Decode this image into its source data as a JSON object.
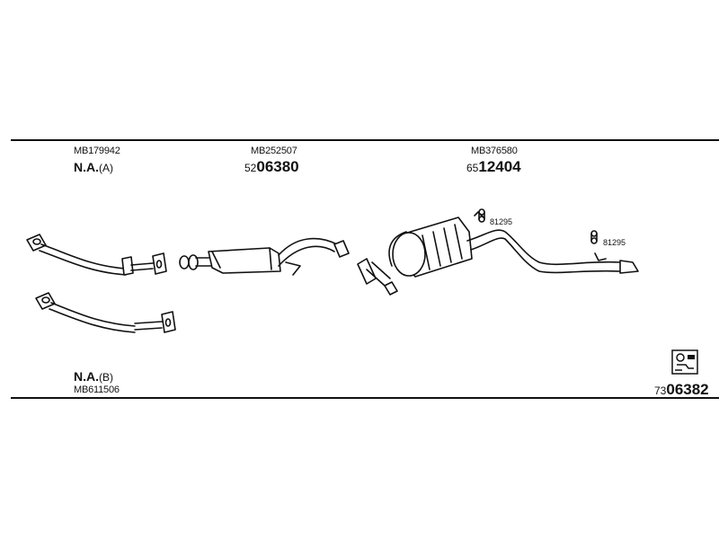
{
  "groups": {
    "front_pipe_a": {
      "part_no": "MB179942",
      "variant": "N.A.",
      "variant_suffix": "(A)"
    },
    "center_muffler": {
      "part_no": "MB252507",
      "code_prefix": "52",
      "code_main": "06380"
    },
    "rear_muffler": {
      "part_no": "MB376580",
      "code_prefix": "65",
      "code_main": "12404"
    },
    "front_pipe_b": {
      "part_no": "MB611506",
      "variant": "N.A.",
      "variant_suffix": "(B)"
    }
  },
  "hangers": [
    {
      "ref": "81295"
    },
    {
      "ref": "81295"
    }
  ],
  "kit": {
    "code_prefix": "73",
    "code_main": "06382"
  },
  "icons": {
    "catalog": "exhaust-kit-icon"
  },
  "colors": {
    "line": "#111111",
    "background": "#ffffff"
  }
}
